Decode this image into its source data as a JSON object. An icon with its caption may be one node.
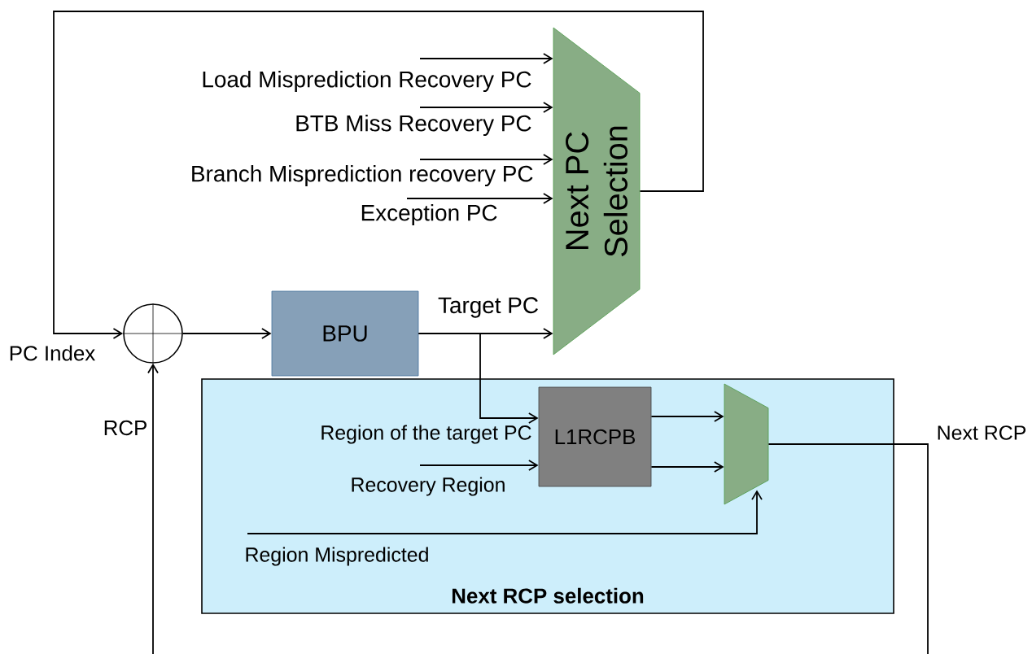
{
  "diagram": {
    "nodes": [
      {
        "text": [
          "Next PC Selection"
        ]
      },
      {
        "text": [],
        "shape": "circle"
      },
      {
        "text": [
          "BPU"
        ]
      },
      {
        "text": [
          "Next RCP selection"
        ]
      },
      {
        "text": [
          "L1RCPB"
        ],
        "in": 3
      },
      {
        "text": [],
        "shape": "trapezoid",
        "in": 3
      }
    ],
    "edges": [
      {
        "from": null,
        "to": 0,
        "arrow": "to",
        "label": "Load Misprediction Recovery PC"
      },
      {
        "from": null,
        "to": 0,
        "arrow": "to",
        "label": "BTB Miss Recovery PC"
      },
      {
        "from": null,
        "to": 0,
        "arrow": "to",
        "label": "Branch Misprediction recovery PC"
      },
      {
        "from": null,
        "to": 0,
        "arrow": "to",
        "label": "Exception PC"
      },
      {
        "from": 0,
        "to": 1,
        "arrow": "to",
        "label": "PC Index"
      },
      {
        "from": 1,
        "to": 2,
        "arrow": "to"
      },
      {
        "from": 2,
        "to": 0,
        "arrow": "to",
        "label": "Target PC"
      },
      {
        "from": 2,
        "to": 4,
        "arrow": "to",
        "label": "Region of the target PC"
      },
      {
        "from": null,
        "to": 4,
        "arrow": "to",
        "label": "Recovery Region"
      },
      {
        "from": 4,
        "to": 5,
        "arrow": "to"
      },
      {
        "from": 4,
        "to": 5,
        "arrow": "to"
      },
      {
        "from": null,
        "to": 5,
        "arrow": "to",
        "label": "Region Mispredicted"
      },
      {
        "from": 5,
        "to": null,
        "arrow": "none",
        "label": "Next RCP"
      },
      {
        "from": null,
        "to": 1,
        "arrow": "to",
        "label": "RCP"
      }
    ]
  }
}
